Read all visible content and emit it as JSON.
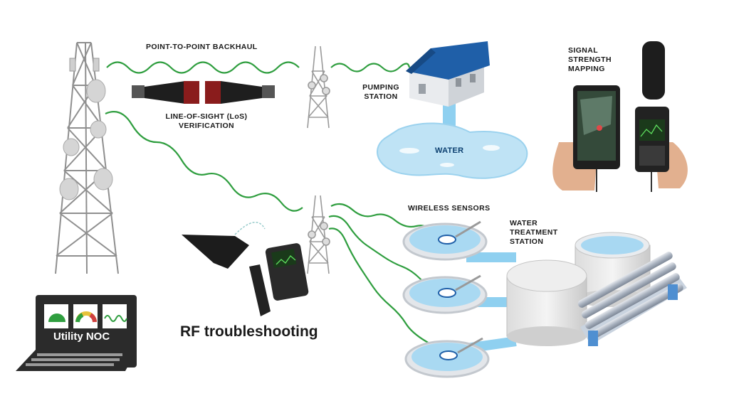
{
  "labels": {
    "backhaul": "POINT-TO-POINT BACKHAUL",
    "los_line1": "LINE-OF-SIGHT (LoS)",
    "los_line2": "VERIFICATION",
    "pumping_line1": "PUMPING",
    "pumping_line2": "STATION",
    "water": "WATER",
    "signal_line1": "SIGNAL",
    "signal_line2": "STRENGTH",
    "signal_line3": "MAPPING",
    "wireless_sensors": "WIRELESS SENSORS",
    "treatment_line1": "WATER",
    "treatment_line2": "TREATMENT",
    "treatment_line3": "STATION",
    "rf_troubleshooting": "RF troubleshooting",
    "utility_noc": "Utility NOC"
  },
  "colors": {
    "signal_wave": "#2f9e3f",
    "water": "#bfe3f5",
    "water_edge": "#7cc3e6",
    "roof": "#1f5fa8",
    "laptop": "#2b2b2b",
    "tower": "#9a9a9a"
  },
  "icons": [
    "cell-tower-icon",
    "antenna-icon",
    "house-icon",
    "tablet-icon",
    "spectrum-analyzer-icon",
    "laptop-icon",
    "clarifier-tank-icon",
    "storage-tank-icon",
    "filter-rack-icon"
  ]
}
